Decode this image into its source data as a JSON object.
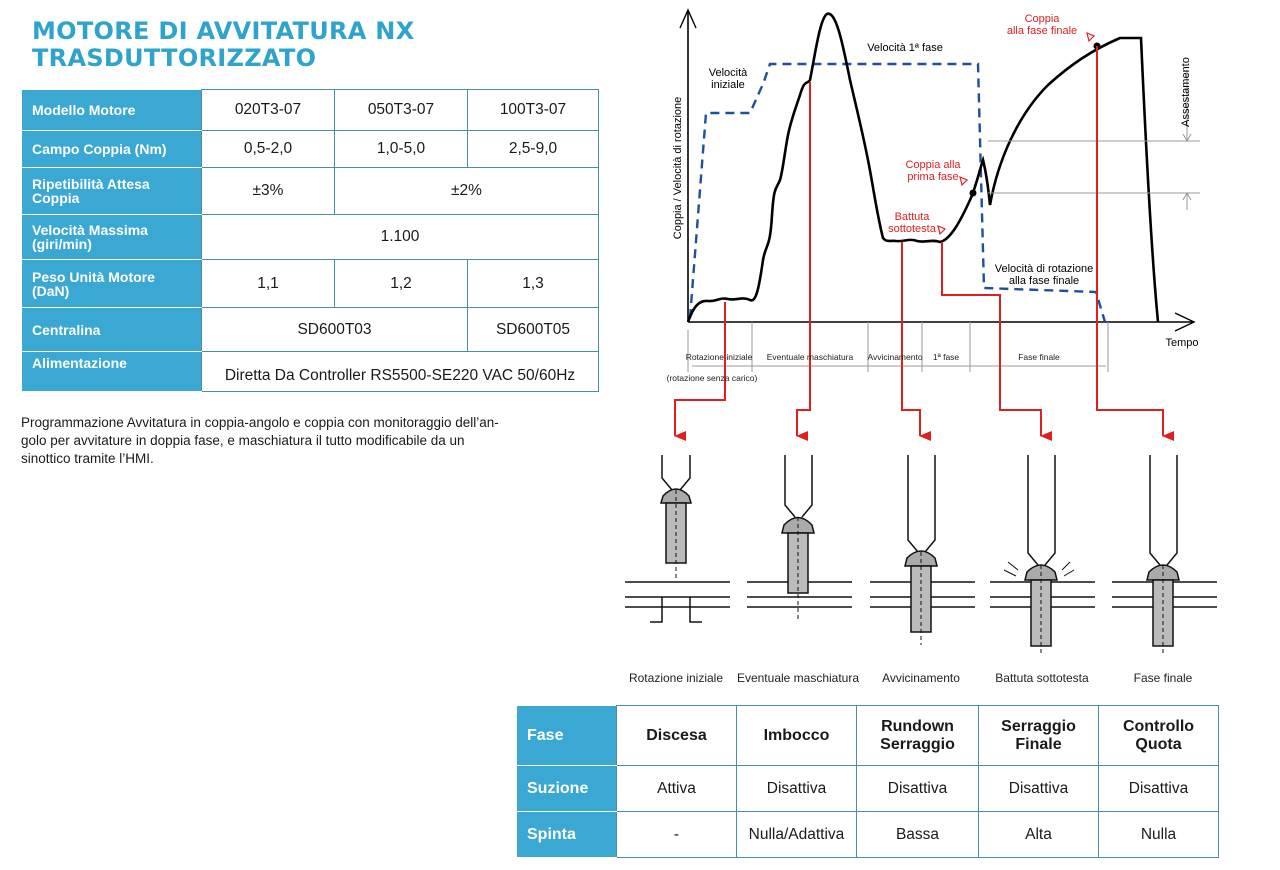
{
  "title": {
    "line1": "MOTORE DI AVVITATURA NX",
    "line2": "TRASDUTTORIZZATO"
  },
  "spec_table": {
    "model_label": "Modello Motore",
    "models": [
      "020T3-07",
      "050T3-07",
      "100T3-07"
    ],
    "torque_label": "Campo Coppia (Nm)",
    "torque": [
      "0,5-2,0",
      "1,0-5,0",
      "2,5-9,0"
    ],
    "repeat_label_1": "Ripetibilità Attesa",
    "repeat_label_2": "Coppia",
    "repeat": [
      "±3%",
      "±2%"
    ],
    "speed_label_1": "Velocità Massima",
    "speed_label_2": "(giri/min)",
    "speed": "1.100",
    "weight_label_1": "Peso Unità Motore",
    "weight_label_2": "(DaN)",
    "weight": [
      "1,1",
      "1,2",
      "1,3"
    ],
    "control_label": "Centralina",
    "control": [
      "SD600T03",
      "SD600T05"
    ],
    "power_label": "Alimentazione",
    "power": "Diretta Da Controller RS5500-SE220 VAC 50/60Hz"
  },
  "description": {
    "line1": "Programmazione Avvitatura in coppia-angolo e coppia con monitoraggio dell’an-",
    "line2": "golo per avvitature in doppia fase, e maschiatura il tutto modificabile da un",
    "line3": "sinottico tramite l’HMI."
  },
  "graph": {
    "y_axis": "Coppia / Velocità di rotazione",
    "x_axis": "Tempo",
    "velocita_iniziale_1": "Velocità",
    "velocita_iniziale_2": "iniziale",
    "velocita_prima_fase": "Velocità 1ª fase",
    "coppia_finale_1": "Coppia",
    "coppia_finale_2": "alla fase finale",
    "assestamento": "Assestamento",
    "coppia_prima_fase_1": "Coppia alla",
    "coppia_prima_fase_2": "prima fase",
    "battuta_1": "Battuta",
    "battuta_2": "sottotesta",
    "vel_rot_finale_1": "Velocità di rotazione",
    "vel_rot_finale_2": "alla fase finale",
    "seg_rotazione": "Rotazione iniziale",
    "seg_rotazione_sub": "(rotazione senza carico)",
    "seg_maschiatura": "Eventuale maschiatura",
    "seg_avvicinamento": "Avvicinamento",
    "seg_prima_fase": "1ª fase",
    "seg_finale": "Fase finale",
    "colors": {
      "torque": "#000000",
      "speed": "#1f4e9e",
      "annotation": "#e02020",
      "marker": "#e02020"
    }
  },
  "stages": [
    "Rotazione iniziale",
    "Eventuale maschiatura",
    "Avvicinamento",
    "Battuta sottotesta",
    "Fase finale"
  ],
  "phase_table": {
    "fase_label": "Fase",
    "phases": [
      {
        "l1": "Discesa",
        "l2": ""
      },
      {
        "l1": "Imbocco",
        "l2": ""
      },
      {
        "l1": "Rundown",
        "l2": "Serraggio"
      },
      {
        "l1": "Serraggio",
        "l2": "Finale"
      },
      {
        "l1": "Controllo",
        "l2": "Quota"
      }
    ],
    "suzione_label": "Suzione",
    "suzione": [
      "Attiva",
      "Disattiva",
      "Disattiva",
      "Disattiva",
      "Disattiva"
    ],
    "spinta_label": "Spinta",
    "spinta": [
      "-",
      "Nulla/Adattiva",
      "Bassa",
      "Alta",
      "Nulla"
    ]
  },
  "colors": {
    "accent": "#3aa8d2",
    "title": "#2ea3cc",
    "border": "#4a8da6"
  }
}
